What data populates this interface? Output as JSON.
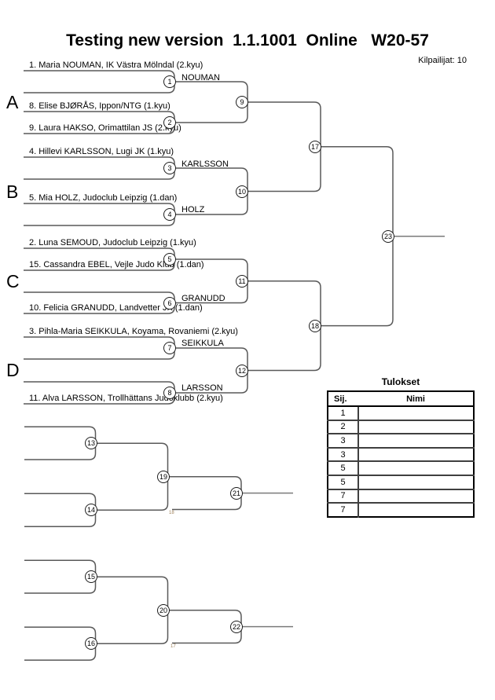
{
  "header": {
    "title": "Testing new version  1.1.1001  Online   W20-57",
    "competitors_label": "Kilpailijat: 10"
  },
  "sections": [
    {
      "letter": "A"
    },
    {
      "letter": "B"
    },
    {
      "letter": "C"
    },
    {
      "letter": "D"
    }
  ],
  "players": [
    {
      "text": "1. Maria NOUMAN, IK Västra Mölndal (2.kyu)"
    },
    {
      "text": "8. Elise BJØRÅS, Ippon/NTG (1.kyu)"
    },
    {
      "text": "9. Laura HAKSO, Orimattilan JS (2.kyu)"
    },
    {
      "text": "4. Hillevi KARLSSON, Lugi JK (1.kyu)"
    },
    {
      "text": "5. Mia HOLZ, Judoclub Leipzig (1.dan)"
    },
    {
      "text": "2. Luna SEMOUD, Judoclub Leipzig (1.kyu)"
    },
    {
      "text": "15. Cassandra EBEL, Vejle Judo Klub (1.dan)"
    },
    {
      "text": "10. Felicia GRANUDD, Landvetter JK (1.dan)"
    },
    {
      "text": "3. Pihla-Maria SEIKKULA, Koyama, Rovaniemi (2.kyu)"
    },
    {
      "text": "11. Alva LARSSON, Trollhättans Judoklubb (2.kyu)"
    }
  ],
  "winners": [
    {
      "label": "NOUMAN"
    },
    {
      "label": "KARLSSON"
    },
    {
      "label": "HOLZ"
    },
    {
      "label": "GRANUDD"
    },
    {
      "label": "SEIKKULA"
    },
    {
      "label": "LARSSON"
    }
  ],
  "matches": {
    "m1": "1",
    "m2": "2",
    "m3": "3",
    "m4": "4",
    "m5": "5",
    "m6": "6",
    "m7": "7",
    "m8": "8",
    "m9": "9",
    "m10": "10",
    "m11": "11",
    "m12": "12",
    "m13": "13",
    "m14": "14",
    "m15": "15",
    "m16": "16",
    "m17": "17",
    "m18": "18",
    "m19": "19",
    "m20": "20",
    "m21": "21",
    "m22": "22",
    "m23": "23"
  },
  "repechage": {
    "loser_ref_top": "18",
    "loser_ref_bottom": "17"
  },
  "results": {
    "title": "Tulokset",
    "columns": [
      "Sij.",
      "Nimi"
    ],
    "rows": [
      {
        "sij": "1",
        "nimi": ""
      },
      {
        "sij": "2",
        "nimi": ""
      },
      {
        "sij": "3",
        "nimi": ""
      },
      {
        "sij": "3",
        "nimi": ""
      },
      {
        "sij": "5",
        "nimi": ""
      },
      {
        "sij": "5",
        "nimi": ""
      },
      {
        "sij": "7",
        "nimi": ""
      },
      {
        "sij": "7",
        "nimi": ""
      }
    ]
  }
}
